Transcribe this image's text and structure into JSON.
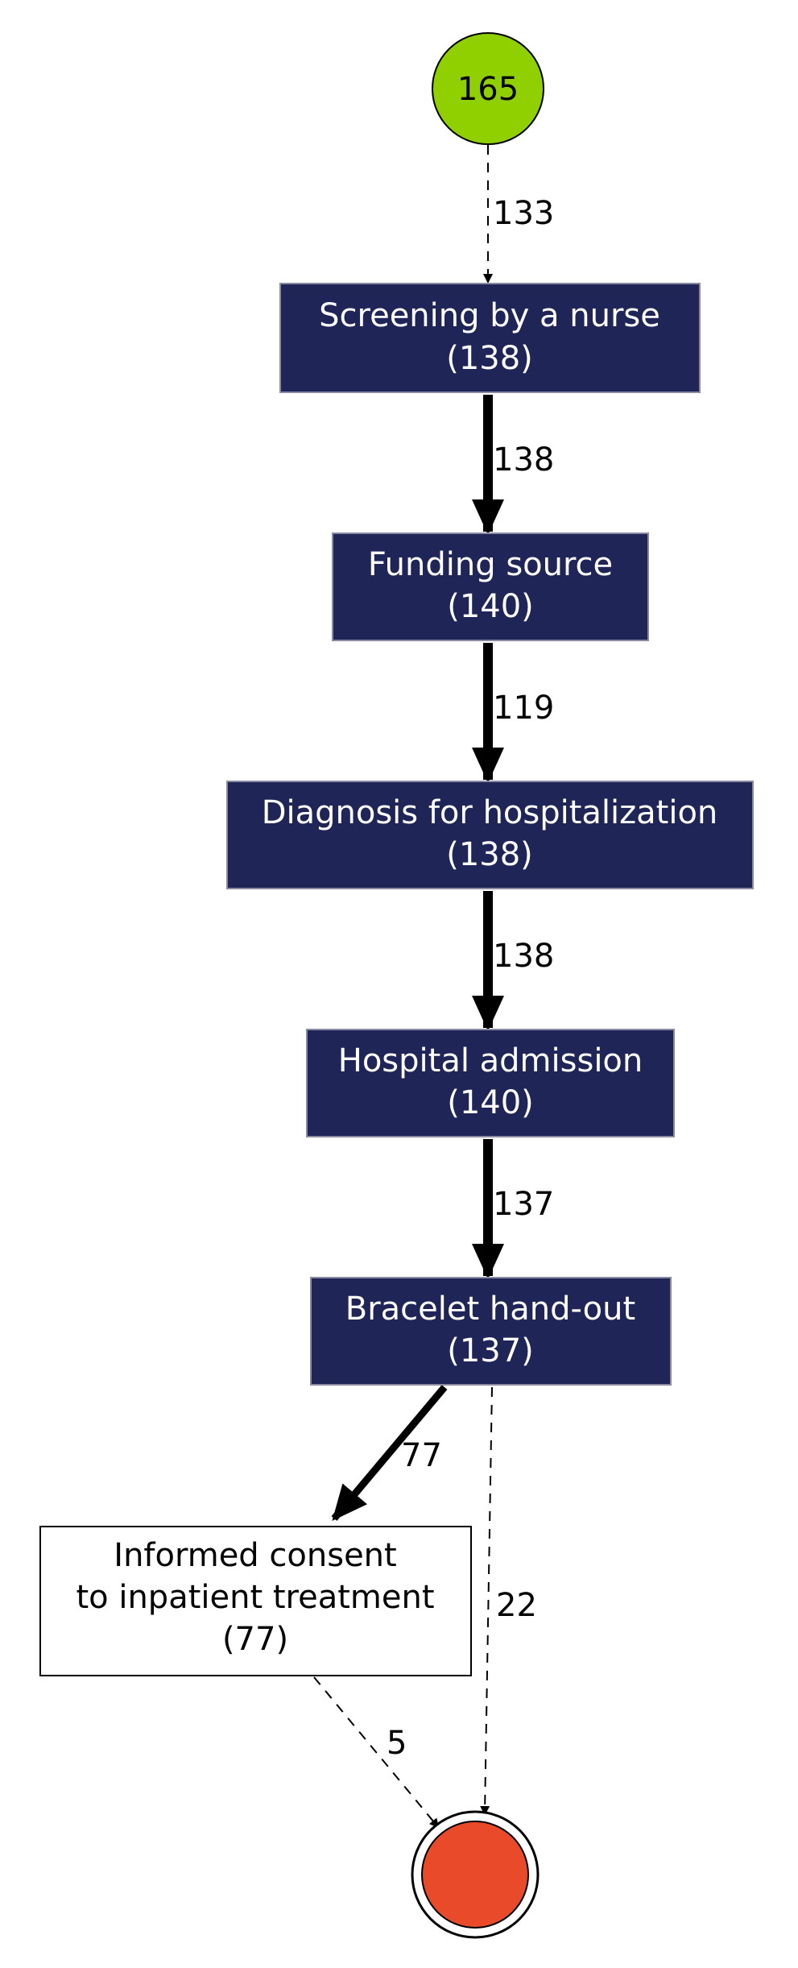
{
  "colors": {
    "start_fill": "#90d000",
    "end_fill": "#e84a2a",
    "activity_fill": "#1f2557",
    "activity_text": "#ffffff",
    "highlight_fill": "#ffffff",
    "highlight_text": "#000000",
    "edge": "#000000"
  },
  "start": {
    "label": "165"
  },
  "nodes": [
    {
      "id": "screening",
      "line1": "Screening by a nurse",
      "line2": "(138)"
    },
    {
      "id": "funding",
      "line1": "Funding source",
      "line2": "(140)"
    },
    {
      "id": "diagnosis",
      "line1": "Diagnosis for hospitalization",
      "line2": "(138)"
    },
    {
      "id": "admission",
      "line1": "Hospital admission",
      "line2": "(140)"
    },
    {
      "id": "bracelet",
      "line1": "Bracelet hand-out",
      "line2": "(137)"
    },
    {
      "id": "consent",
      "line1": "Informed consent",
      "line2": "to inpatient treatment",
      "line3": "(77)"
    }
  ],
  "edges": [
    {
      "from": "start",
      "to": "screening",
      "label": "133",
      "style": "dashed"
    },
    {
      "from": "screening",
      "to": "funding",
      "label": "138",
      "style": "thick"
    },
    {
      "from": "funding",
      "to": "diagnosis",
      "label": "119",
      "style": "thick"
    },
    {
      "from": "diagnosis",
      "to": "admission",
      "label": "138",
      "style": "thick"
    },
    {
      "from": "admission",
      "to": "bracelet",
      "label": "137",
      "style": "thick"
    },
    {
      "from": "bracelet",
      "to": "consent",
      "label": "77",
      "style": "thick"
    },
    {
      "from": "bracelet",
      "to": "end",
      "label": "22",
      "style": "dashed"
    },
    {
      "from": "consent",
      "to": "end",
      "label": "5",
      "style": "dashed"
    }
  ]
}
